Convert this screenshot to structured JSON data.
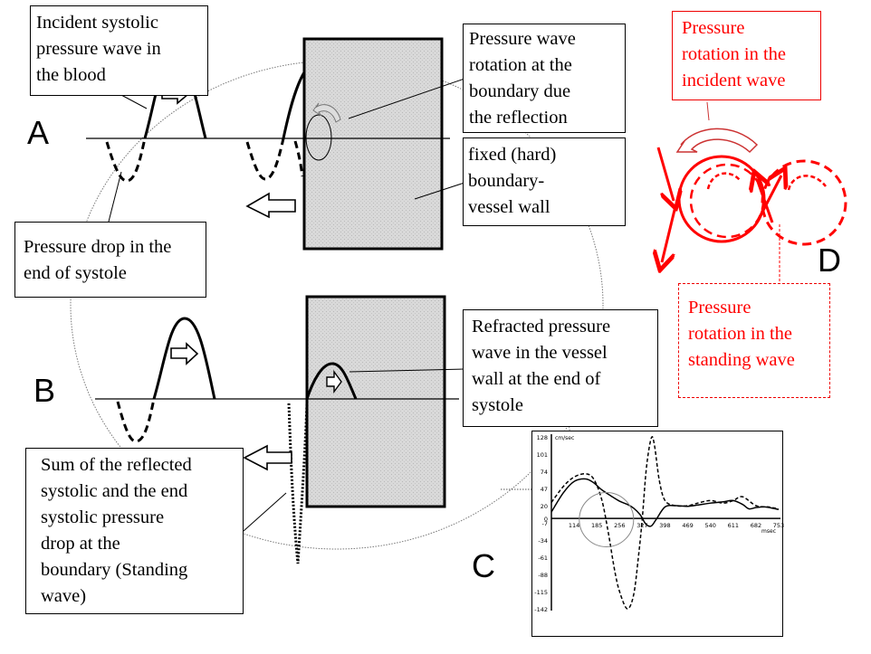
{
  "panels": {
    "A": {
      "label": "A",
      "incident_note": "Incident systolic pressure wave in the blood",
      "incident_lines": [
        "Incident systolic",
        "pressure wave in",
        "the blood"
      ],
      "rotation_note_lines": [
        "Pressure wave",
        "rotation at the",
        "boundary due",
        "the reflection"
      ],
      "boundary_note_lines": [
        "fixed (hard)",
        "boundary-",
        "vessel wall"
      ],
      "drop_note_lines": [
        "Pressure drop in the",
        "end of systole"
      ]
    },
    "B": {
      "label": "B",
      "refracted_note_lines": [
        "Refracted  pressure",
        "wave in the vessel",
        "wall at the  end  of",
        "systole"
      ],
      "sum_note_lines": [
        "Sum of the reflected",
        "systolic and the end",
        "systolic pressure",
        "drop at the",
        "boundary  (Standing",
        "wave)"
      ]
    },
    "C": {
      "label": "C"
    },
    "D": {
      "label": "D",
      "incident_rotation_lines": [
        "Pressure",
        "rotation in the",
        "incident wave"
      ],
      "standing_rotation_lines": [
        "Pressure",
        "rotation in  the",
        "standing wave"
      ]
    }
  },
  "colors": {
    "accent_red": "#ff0000",
    "wall_fill": "#d4d4d4",
    "ink": "#000000"
  },
  "chart_data": {
    "type": "line",
    "title": "",
    "ylabel": "cm/sec",
    "xlabel": "msec",
    "y_ticks": [
      128,
      101,
      74,
      47,
      20,
      0,
      -7,
      -34,
      -61,
      -88,
      -115,
      -142
    ],
    "x_ticks": [
      114,
      185,
      256,
      327,
      398,
      469,
      540,
      611,
      682,
      753
    ],
    "x_tick_labels": [
      "114",
      "185",
      "256",
      "327",
      "398",
      "469",
      "540",
      "611",
      "682",
      "753"
    ],
    "ylim": [
      -142,
      128
    ],
    "xlim": [
      43,
      753
    ],
    "grid": false,
    "series": [
      {
        "name": "solid",
        "style": "solid",
        "x": [
          43,
          80,
          114,
          150,
          175,
          200,
          230,
          256,
          280,
          300,
          320,
          327,
          340,
          355,
          370,
          398,
          430,
          469,
          500,
          540,
          580,
          611,
          640,
          660,
          682,
          710,
          753
        ],
        "y": [
          10,
          40,
          58,
          62,
          56,
          45,
          35,
          27,
          22,
          16,
          6,
          0,
          -10,
          -12,
          -2,
          18,
          20,
          19,
          21,
          24,
          26,
          28,
          22,
          15,
          17,
          18,
          14
        ]
      },
      {
        "name": "dashed",
        "style": "dashed",
        "x": [
          43,
          80,
          114,
          150,
          175,
          200,
          220,
          240,
          256,
          280,
          300,
          315,
          327,
          340,
          355,
          365,
          380,
          398,
          430,
          469,
          500,
          540,
          580,
          611,
          640,
          682,
          720,
          753
        ],
        "y": [
          25,
          50,
          65,
          70,
          62,
          30,
          -20,
          -80,
          -115,
          -142,
          -120,
          -60,
          0,
          80,
          126,
          115,
          60,
          28,
          20,
          20,
          24,
          28,
          24,
          28,
          34,
          20,
          18,
          15
        ]
      }
    ]
  }
}
